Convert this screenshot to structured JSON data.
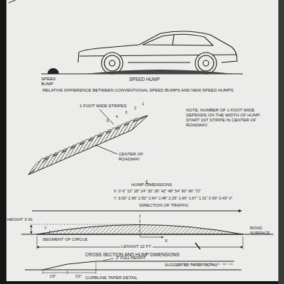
{
  "diagram": {
    "labels": [
      "SPEED BUMP",
      "SPEED HUMP",
      "RELATIVE DIFFERENCE BETWEEN CONVENTIONAL SPEED BUMPS AND NEW SPEED HUMPS.",
      "1 FOOT WIDE STRIPES",
      "NOTE: NUMBER OF 1 FOOT WIDE DEPENDS ON THE WIDTH OF HUMP. START 1ST STRIPE IN CENTER OF ROADWAY.",
      "CENTER OF ROADWAY",
      "5",
      "4",
      "3",
      "2",
      "1",
      "℄",
      "HUMP DIMENSIONS",
      "X: 0' 6\" 12\" 18\" 24\" 30\" 36\" 42\" 48\" 54\" 60\" 66\" 72\"",
      "Y: 3.00\" 2.96\" 2.82\" 2.64\" 2.48\" 2.25\" 1.96\" 1.67\" 1.31\" 0.93\" 0.49\" 0\"",
      "DIRECTION OF TRAFFIC",
      "HEIGHT 3 IN.",
      "Y",
      "X",
      "SEGMENT OF CIRCLE",
      "LENGHT 12 FT.",
      "ROAD SURFACE",
      "CROSS SECTION AND HUMP DIMENSIONS",
      "3\" FULL HEIGHT",
      "SUGGESTED TAPER DETAIL",
      "1'6\"",
      "1'0\"",
      "CURBLINE TAPER DETAIL"
    ]
  }
}
